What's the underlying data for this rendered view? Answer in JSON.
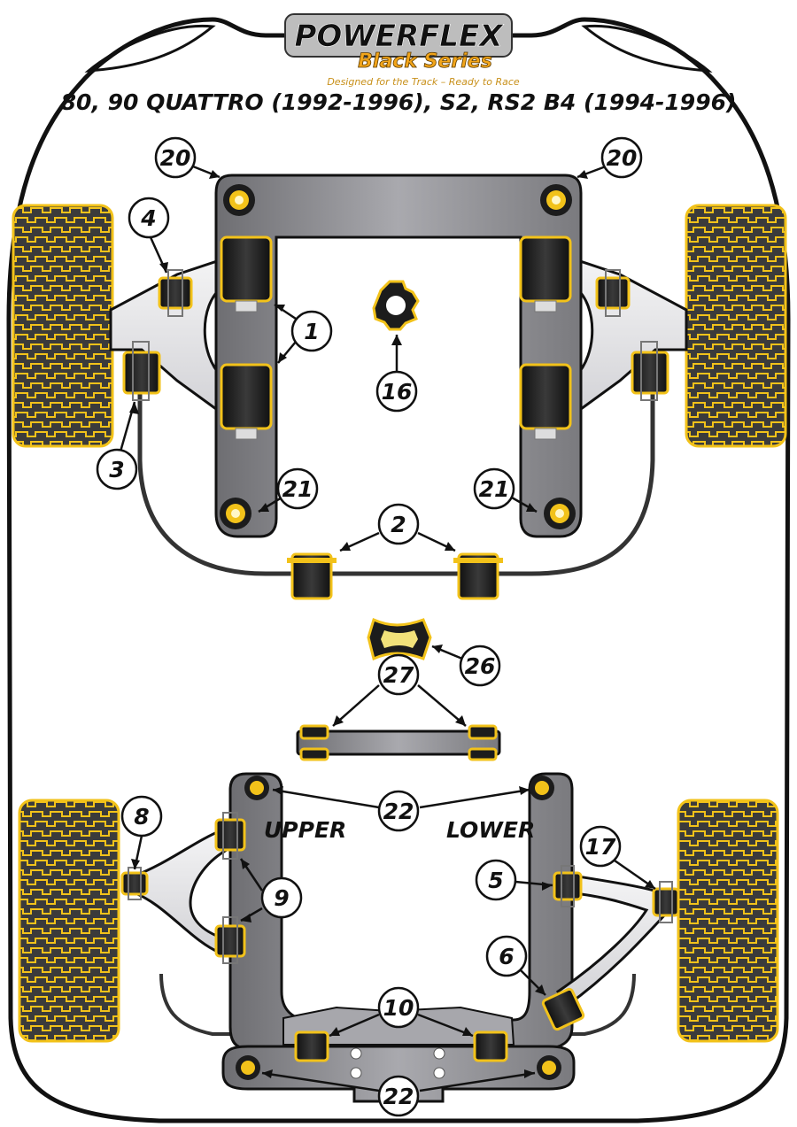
{
  "logo": {
    "brand": "POWERFLEX",
    "series": "Black Series",
    "tagline": "Designed for the Track – Ready to Race"
  },
  "title": "80, 90 QUATTRO (1992-1996), S2, RS2 B4 (1994-1996)",
  "labels": {
    "upper": "UPPER",
    "lower": "LOWER"
  },
  "callouts": {
    "c20a": "20",
    "c20b": "20",
    "c4": "4",
    "c1": "1",
    "c16": "16",
    "c3": "3",
    "c21a": "21",
    "c21b": "21",
    "c2": "2",
    "c26": "26",
    "c27": "27",
    "c8": "8",
    "c22a": "22",
    "c9": "9",
    "c5": "5",
    "c17": "17",
    "c6": "6",
    "c10": "10",
    "c22b": "22"
  },
  "colors": {
    "bush_black": "#1c1c1c",
    "bush_yellow": "#f2c21a",
    "subframe": "#8f8f94",
    "arm": "#e6e6e8",
    "tyre": "#3a3a3a"
  }
}
